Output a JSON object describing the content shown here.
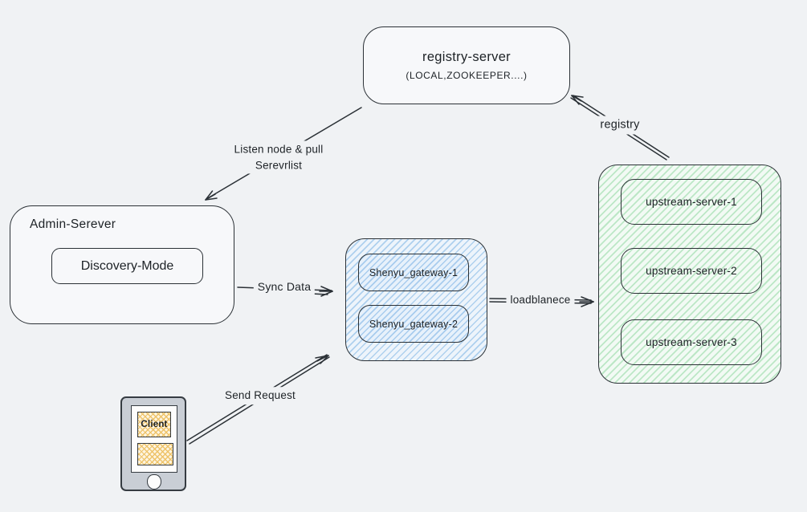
{
  "diagram": {
    "kind": "architecture-sketch",
    "nodes": {
      "registry": {
        "title": "registry-server",
        "subtitle": "(LOCAL,ZOOKEEPER....)"
      },
      "admin": {
        "title": "Admin-Serever",
        "discovery_mode": "Discovery-Mode"
      },
      "gateway_cluster": {
        "items": [
          {
            "label": "Shenyu_gateway-1"
          },
          {
            "label": "Shenyu_gateway-2"
          }
        ]
      },
      "upstream_cluster": {
        "items": [
          {
            "label": "upstream-server-1"
          },
          {
            "label": "upstream-server-2"
          },
          {
            "label": "upstream-server-3"
          }
        ]
      },
      "client": {
        "label": "Client"
      }
    },
    "edges": {
      "listen": {
        "label_line1": "Listen node & pull",
        "label_line2": "Serevrlist",
        "from": "registry-server",
        "to": "Admin-Serever"
      },
      "registry": {
        "label": "registry",
        "from": "upstream-cluster",
        "to": "registry-server"
      },
      "sync": {
        "label": "Sync Data",
        "from": "Admin-Serever",
        "to": "gateway-cluster"
      },
      "loadbalance": {
        "label": "loadblanece",
        "from": "gateway-cluster",
        "to": "upstream-cluster"
      },
      "send_request": {
        "label": "Send Request",
        "from": "client",
        "to": "gateway-cluster"
      }
    },
    "colors": {
      "background": "#f0f2f4",
      "stroke": "#2b3136",
      "gateway_fill": "#aed0ee",
      "upstream_fill": "#bce7c6",
      "client_fill": "#eec36a",
      "phone_body": "#c9ced5"
    }
  }
}
